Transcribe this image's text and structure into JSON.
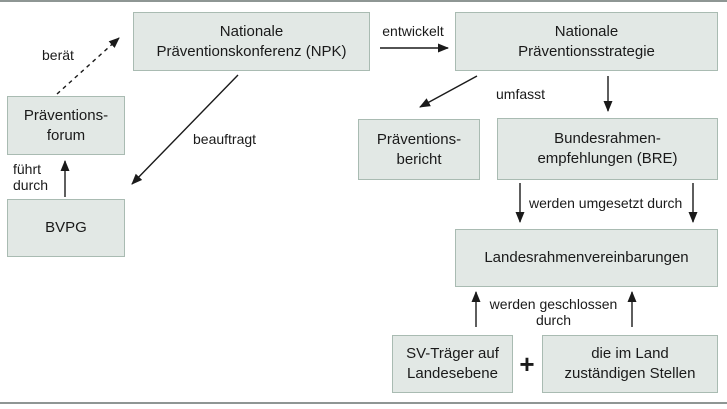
{
  "diagram": {
    "nodes": {
      "npk": {
        "label": "Nationale\nPräventionskonferenz (NPK)"
      },
      "strategie": {
        "label": "Nationale\nPräventionsstrategie"
      },
      "forum": {
        "label": "Präventions-\nforum"
      },
      "bvpg": {
        "label": "BVPG"
      },
      "bericht": {
        "label": "Präventions-\nbericht"
      },
      "bre": {
        "label": "Bundesrahmen-\nempfehlungen (BRE)"
      },
      "lrv": {
        "label": "Landesrahmenvereinbarungen"
      },
      "sv": {
        "label": "SV-Träger auf\nLandesebene"
      },
      "land": {
        "label": "die im Land\nzuständigen Stellen"
      }
    },
    "edge_labels": {
      "beraet": "berät",
      "fuehrt_durch": "führt\ndurch",
      "beauftragt": "beauftragt",
      "entwickelt": "entwickelt",
      "umfasst": "umfasst",
      "werden_umgesetzt": "werden umgesetzt durch",
      "werden_geschlossen": "werden geschlossen\ndurch",
      "plus": "+"
    },
    "colors": {
      "node_fill": "#e2e8e5",
      "node_border": "#a9bbb2",
      "text_color": "#1a1a1a",
      "arrow_color": "#1a1a1a",
      "rule_color": "#8e9694"
    }
  }
}
